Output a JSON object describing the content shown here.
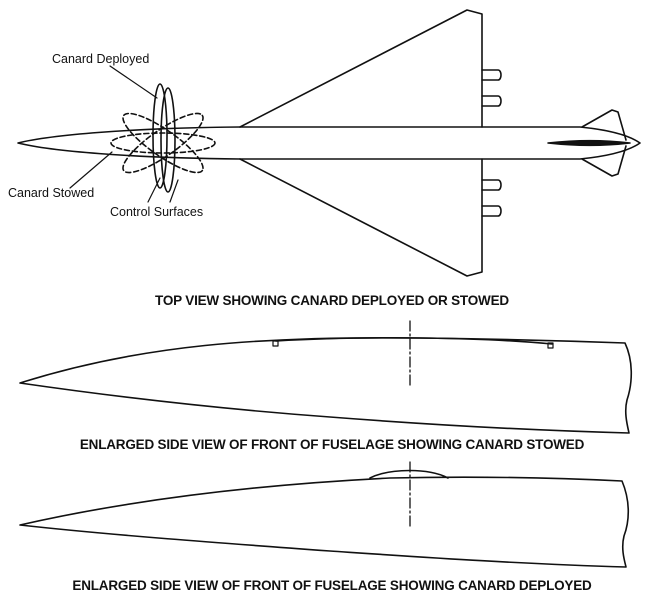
{
  "callouts": {
    "canard_deployed": "Canard Deployed",
    "canard_stowed": "Canard Stowed",
    "control_surfaces": "Control Surfaces"
  },
  "captions": {
    "top_view": "TOP VIEW SHOWING CANARD DEPLOYED OR STOWED",
    "side_view_stowed": "ENLARGED SIDE VIEW OF FRONT OF FUSELAGE SHOWING CANARD STOWED",
    "side_view_deployed": "ENLARGED SIDE VIEW OF FRONT OF FUSELAGE SHOWING CANARD DEPLOYED"
  },
  "colors": {
    "line": "#111111",
    "background": "#ffffff"
  }
}
